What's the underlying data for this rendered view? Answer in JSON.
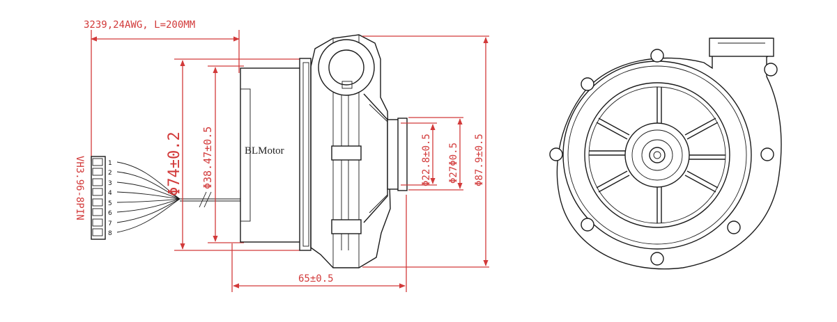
{
  "wire_spec": "3239,24AWG, L=200MM",
  "connector": "VH3.96-8PIN",
  "connector_pins": [
    "1",
    "2",
    "3",
    "4",
    "5",
    "6",
    "7",
    "8"
  ],
  "motor_label": "BLMotor",
  "dimensions": {
    "motor_diameter": "Φ74±0.2",
    "stator_diameter": "Φ38.47±0.5",
    "outlet_inner": "Φ22.8±0.5",
    "outlet_outer": "Φ27Φ0.5",
    "housing_height": "Φ87.9±0.5",
    "overall_length": "65±0.5"
  },
  "colors": {
    "dimension": "#d23a3a",
    "ink": "#1a1a1a"
  }
}
